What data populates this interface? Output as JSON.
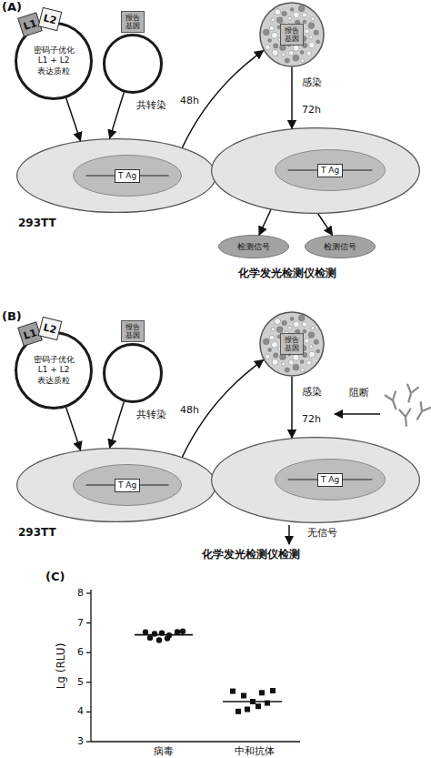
{
  "diagram": {
    "nodes": [
      {
        "text": [
          "密码子优化 L1 + L2 表达质粒"
        ]
      },
      {
        "text": [
          "L1"
        ],
        "in": 0
      },
      {
        "text": [
          "L2"
        ],
        "in": 0
      },
      {
        "text": [
          "报告 基因"
        ]
      },
      {
        "text": [
          "293TT"
        ]
      },
      {
        "text": [
          "T Ag"
        ],
        "in": 4
      },
      {
        "text": [
          "报告 基因"
        ]
      },
      {
        "text": []
      },
      {
        "text": [
          "T Ag"
        ],
        "in": 7
      },
      {
        "text": [
          "检测信号"
        ]
      },
      {
        "text": [
          "检测信号"
        ]
      },
      {
        "text": [
          "密码子优化 L1 + L2 表达质粒"
        ]
      },
      {
        "text": [
          "L1"
        ],
        "in": 11
      },
      {
        "text": [
          "L2"
        ],
        "in": 11
      },
      {
        "text": [
          "报告 基因"
        ]
      },
      {
        "text": [
          "293TT"
        ]
      },
      {
        "text": [
          "T Ag"
        ],
        "in": 15
      },
      {
        "text": [
          "报告 基因"
        ]
      },
      {
        "text": []
      },
      {
        "text": [
          "T Ag"
        ],
        "in": 18
      }
    ],
    "edges": [
      {
        "from": 0,
        "to": 4,
        "arrow": "to"
      },
      {
        "from": 3,
        "to": 4,
        "arrow": "to",
        "label": "共转染"
      },
      {
        "from": 4,
        "to": 6,
        "arrow": "to",
        "label": "48h"
      },
      {
        "from": 6,
        "to": 7,
        "arrow": "to",
        "label": "感染 72h"
      },
      {
        "from": 7,
        "to": 9,
        "arrow": "to"
      },
      {
        "from": 7,
        "to": 10,
        "arrow": "to"
      },
      {
        "from": 11,
        "to": 15,
        "arrow": "to"
      },
      {
        "from": 14,
        "to": 15,
        "arrow": "to",
        "label": "共转染"
      },
      {
        "from": 15,
        "to": 17,
        "arrow": "to",
        "label": "48h"
      },
      {
        "from": 17,
        "to": 18,
        "arrow": "to",
        "label": "感染 72h"
      }
    ],
    "labels": [
      "(A)",
      "化学发光检测仪检测",
      "(B)",
      "阻断",
      "无信号",
      "化学发光检测仪检测",
      "(C)",
      "8",
      "7",
      "6",
      "5",
      "4",
      "3",
      "Lg (RLU)",
      "病毒",
      "中和抗体"
    ]
  }
}
